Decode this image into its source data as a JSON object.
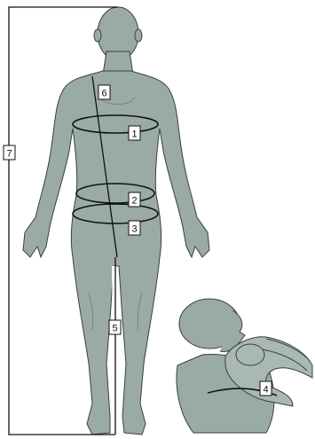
{
  "colors": {
    "silhouette": "#9aaba4",
    "silhouette_light": "#a9b9b2",
    "outline": "#3a3f3d",
    "line": "#111111",
    "label_box": "#ffffff"
  },
  "labels": {
    "chest": "1",
    "waist": "2",
    "hip": "3",
    "bicep": "4",
    "inseam": "5",
    "torso_diagonal": "6",
    "height": "7"
  }
}
